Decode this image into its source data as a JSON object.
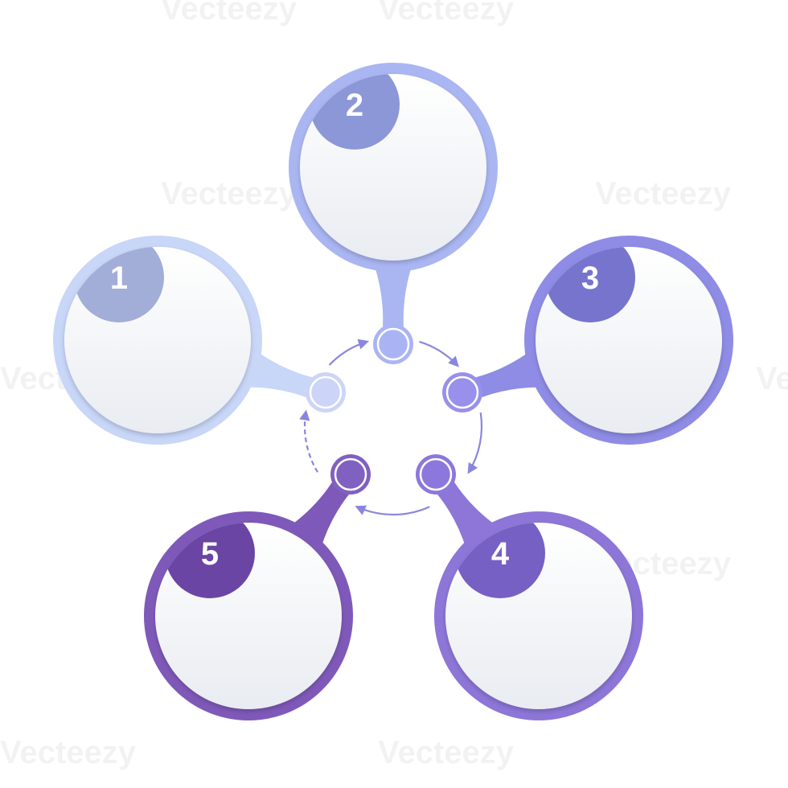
{
  "watermark": {
    "text": "Vecteezy"
  },
  "steps": [
    {
      "number": "1",
      "color": "#c8d6f8",
      "badge": "#a2aed8",
      "node": "#ccd4f8"
    },
    {
      "number": "2",
      "color": "#aab6f2",
      "badge": "#8b97d6",
      "node": "#aab4f5"
    },
    {
      "number": "3",
      "color": "#8f8ce6",
      "badge": "#7674cc",
      "node": "#9890ea"
    },
    {
      "number": "4",
      "color": "#8d76d8",
      "badge": "#7660c4",
      "node": "#8c78dc"
    },
    {
      "number": "5",
      "color": "#7f59b9",
      "badge": "#6a45a4",
      "node": "#8060c0"
    }
  ],
  "arrow_color": "#8a86de"
}
